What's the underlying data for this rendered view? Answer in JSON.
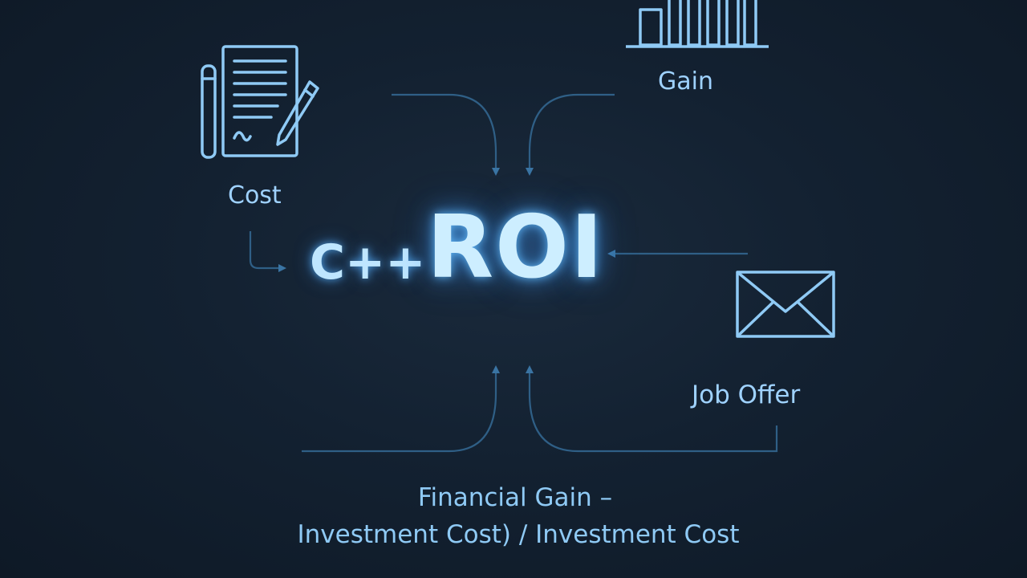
{
  "center": {
    "prefix": "C++",
    "title": "ROI"
  },
  "nodes": {
    "cost": {
      "label": "Cost",
      "icon": "document-pen-icon"
    },
    "gain": {
      "label": "Gain",
      "icon": "bar-chart-icon"
    },
    "job_offer": {
      "label": "Job Offer",
      "icon": "envelope-icon"
    }
  },
  "formula": {
    "line1": "Financial Gain –",
    "line2": "Investment Cost) / Investment Cost"
  },
  "colors": {
    "background": "#132131",
    "accent": "#9fd2ff",
    "glow": "#5ab4ff",
    "connector": "#2f5f86"
  }
}
